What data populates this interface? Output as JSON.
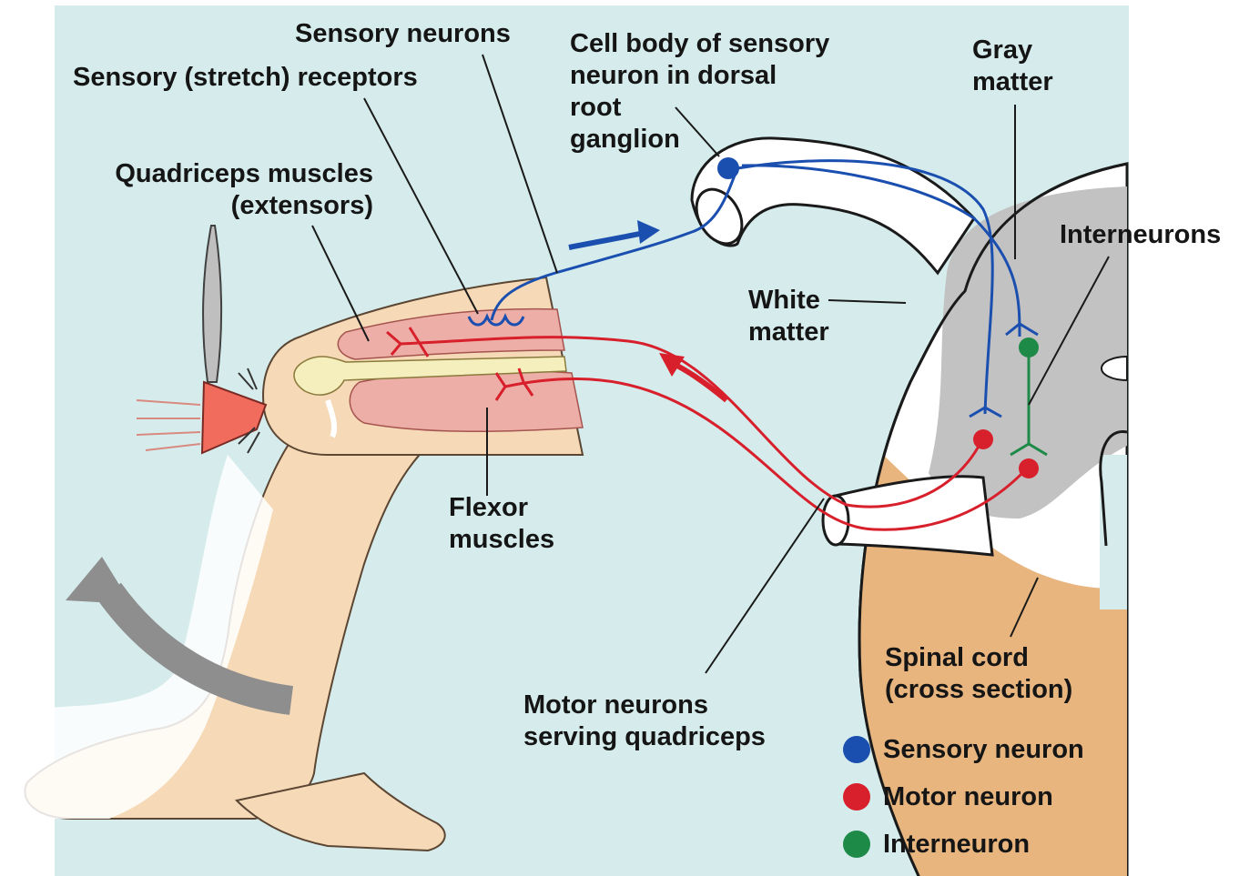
{
  "colors": {
    "background": "#d6ecec",
    "sensory": "#1a4fb0",
    "motor": "#d8202c",
    "interneuron": "#1e8a48",
    "gray_matter": "#c2c2c2",
    "skin": "#f6d9b6",
    "muscle": "#ecaea6",
    "arrow_gray": "#8e8e8e"
  },
  "labels": {
    "sensory_neurons": [
      "Sensory neurons"
    ],
    "stretch_receptors": [
      "Sensory (stretch) receptors"
    ],
    "cell_body": [
      "Cell body of sensory",
      "neuron in dorsal",
      "root",
      "ganglion"
    ],
    "gray_matter": [
      "Gray",
      "matter"
    ],
    "quadriceps": [
      "Quadriceps muscles",
      "(extensors)"
    ],
    "interneurons": [
      "Interneurons"
    ],
    "white_matter": [
      "White",
      "matter"
    ],
    "flexor": [
      "Flexor",
      "muscles"
    ],
    "spinal_cord": [
      "Spinal cord",
      "(cross section)"
    ],
    "motor_neurons": [
      "Motor neurons",
      "serving quadriceps"
    ]
  },
  "legend": [
    {
      "label": "Sensory neuron",
      "color": "#1a4fb0"
    },
    {
      "label": "Motor neuron",
      "color": "#d8202c"
    },
    {
      "label": "Interneuron",
      "color": "#1e8a48"
    }
  ]
}
